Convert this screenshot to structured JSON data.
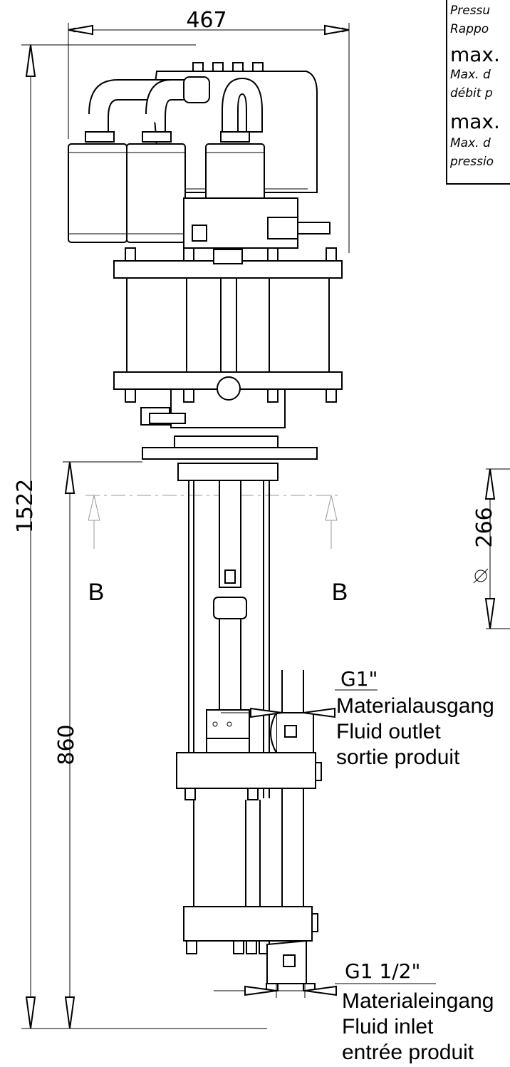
{
  "dimensions": {
    "width_top": "467",
    "height_total": "1522",
    "height_lower": "860",
    "diameter": "266"
  },
  "section": {
    "left": "B",
    "right": "B"
  },
  "outlet": {
    "size": "G1\"",
    "de": "Materialausgang",
    "en": "Fluid outlet",
    "fr": "sortie produit"
  },
  "inlet": {
    "size": "G1 1/2\"",
    "de": "Materialeingang",
    "en": "Fluid inlet",
    "fr": "entrée produit"
  },
  "spec_box": {
    "line1": "Pressu",
    "line2": "Rappo",
    "line3": "max.",
    "line4": "Max. d",
    "line5": "débit p",
    "line6": "max.",
    "line7": "Max. d",
    "line8": "pressio"
  }
}
